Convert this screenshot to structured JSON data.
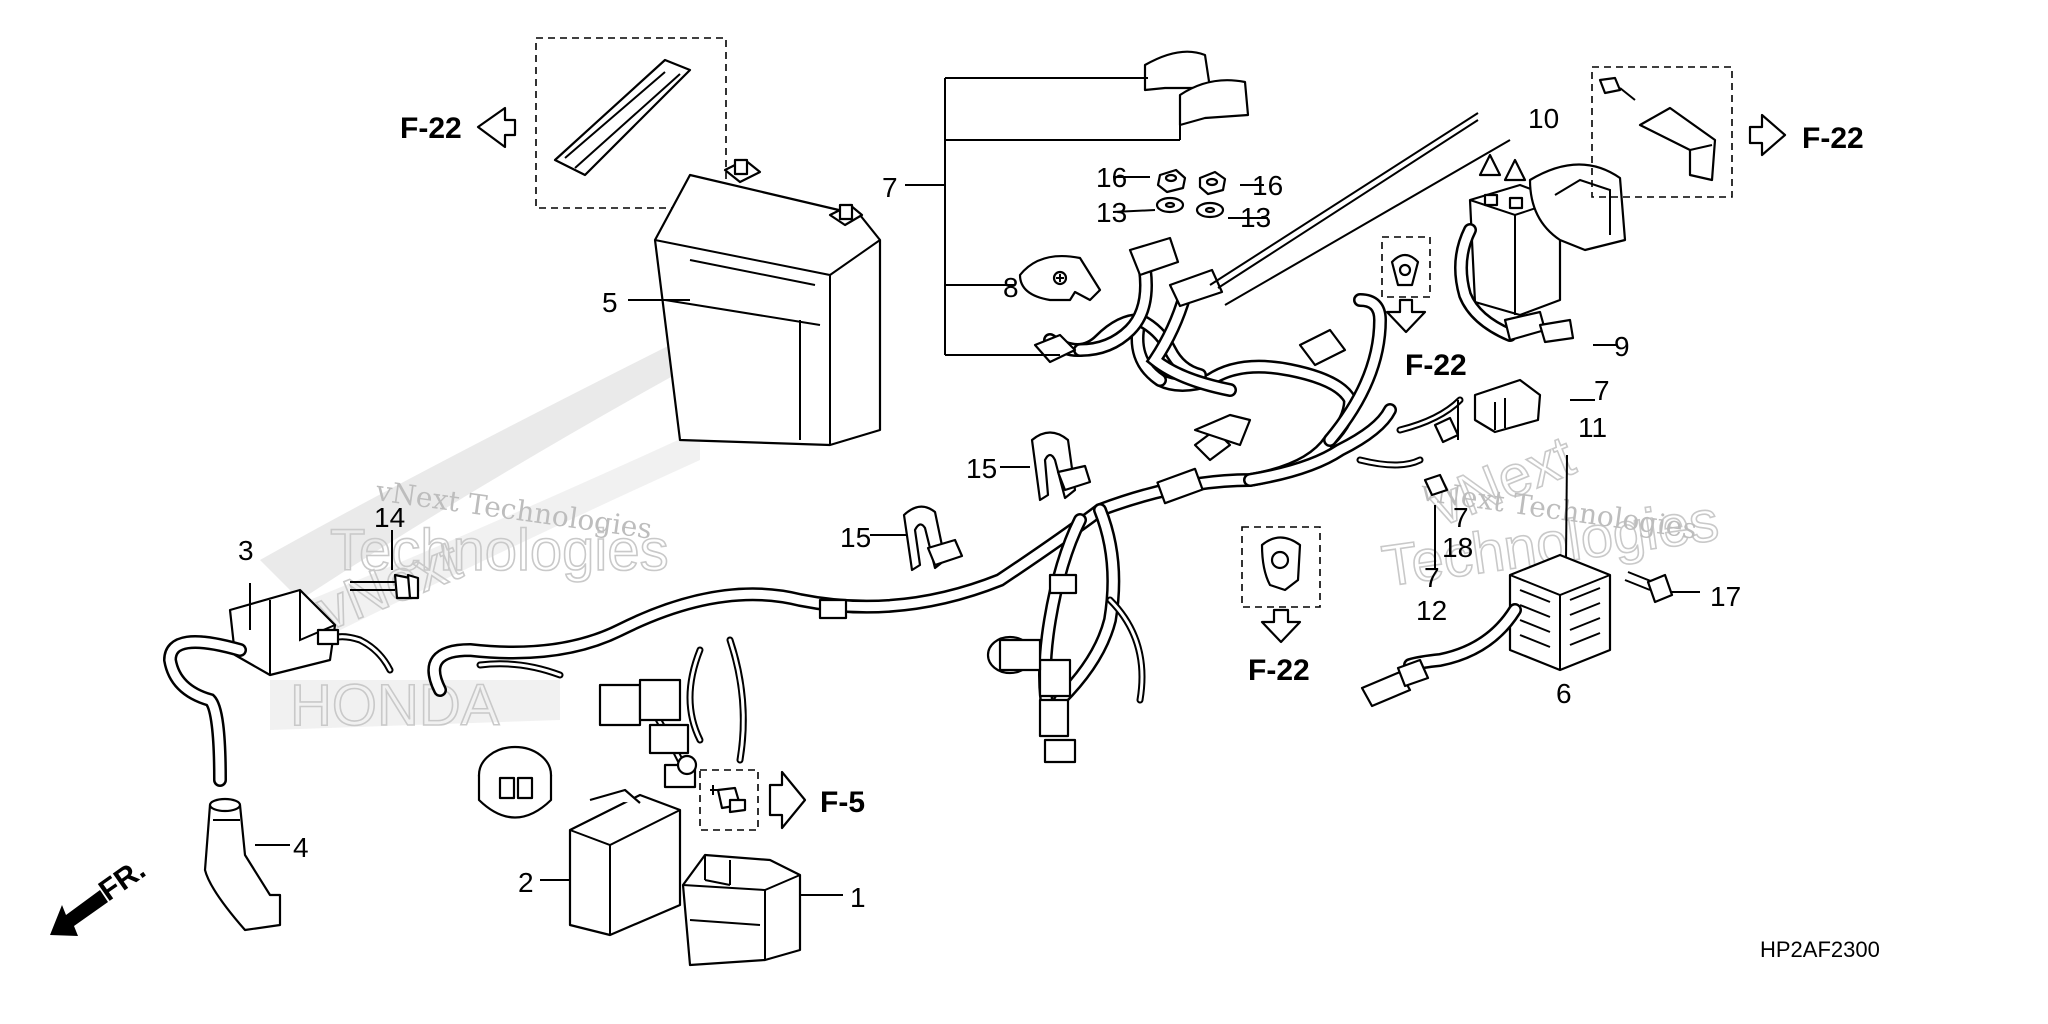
{
  "diagram": {
    "code": "HP2AF2300",
    "front_label": "FR.",
    "watermark": {
      "line1": "vNext Technologies",
      "line2_a": "vNext",
      "line2_b": "Technologies",
      "brand": "HONDA"
    },
    "callouts": {
      "c1": "1",
      "c2": "2",
      "c3": "3",
      "c4": "4",
      "c5": "5",
      "c6": "6",
      "c7a": "7",
      "c7b": "7",
      "c7c": "7",
      "c7d": "7",
      "c8": "8",
      "c9": "9",
      "c10": "10",
      "c11": "11",
      "c12": "12",
      "c13a": "13",
      "c13b": "13",
      "c14": "14",
      "c15a": "15",
      "c15b": "15",
      "c16a": "16",
      "c16b": "16",
      "c17": "17",
      "c18": "18"
    },
    "refs": {
      "r1": "F-22",
      "r2": "F-22",
      "r3": "F-22",
      "r4": "F-22",
      "r5": "F-5"
    }
  }
}
